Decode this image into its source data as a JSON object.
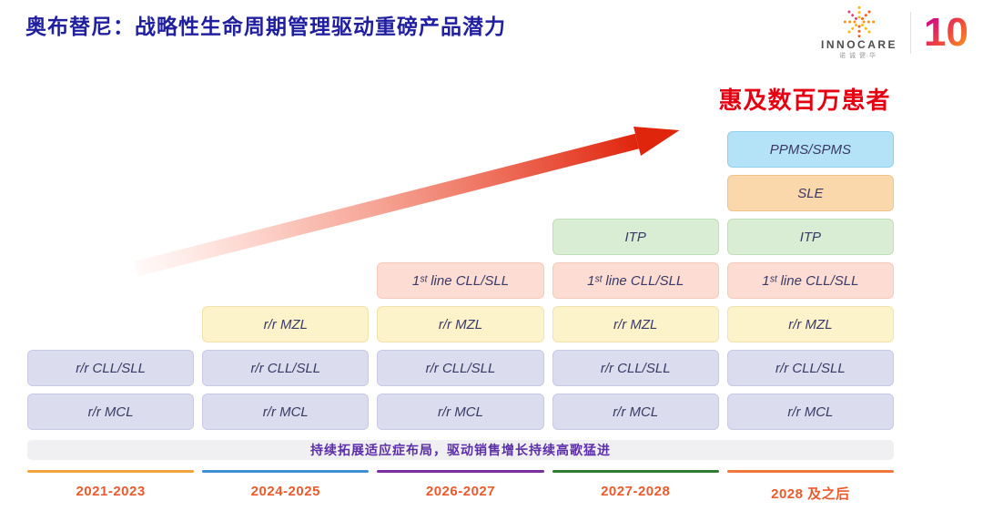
{
  "header": {
    "title": "奥布替尼：战略性生命周期管理驱动重磅产品潜力",
    "title_color": "#201fa0",
    "logo": {
      "name": "INNOCARE",
      "subtext": "诺诚健华",
      "anniversary": "10"
    }
  },
  "highlight": {
    "text": "惠及数百万患者",
    "color": "#e60012"
  },
  "arrow": {
    "color": "#e0250d"
  },
  "timeline": {
    "rows": [
      {
        "label": "PPMS/SPMS",
        "bg": "#b4e2f6",
        "border": "#8fd0ec",
        "cols": [
          5
        ]
      },
      {
        "label": "SLE",
        "bg": "#fbd8ab",
        "border": "#f2c389",
        "cols": [
          5
        ]
      },
      {
        "label": "ITP",
        "bg": "#d9ecd4",
        "border": "#c2ddba",
        "cols": [
          4,
          5
        ]
      },
      {
        "label": "1ˢᵗ line CLL/SLL",
        "bg": "#fcdcd3",
        "border": "#f5c9bc",
        "cols": [
          3,
          4,
          5
        ]
      },
      {
        "label": "r/r MZL",
        "bg": "#fdf3cb",
        "border": "#f0e3ab",
        "cols": [
          2,
          3,
          4,
          5
        ]
      },
      {
        "label": "r/r CLL/SLL",
        "bg": "#dcdcef",
        "border": "#c8c9e4",
        "cols": [
          1,
          2,
          3,
          4,
          5
        ]
      },
      {
        "label": "r/r MCL",
        "bg": "#dcdcef",
        "border": "#c8c9e4",
        "cols": [
          1,
          2,
          3,
          4,
          5
        ]
      }
    ],
    "columns": [
      {
        "year": "2021-2023",
        "underline": "#f2a43c"
      },
      {
        "year": "2024-2025",
        "underline": "#3f8fd2"
      },
      {
        "year": "2026-2027",
        "underline": "#7b2f9e"
      },
      {
        "year": "2027-2028",
        "underline": "#2e7d32"
      },
      {
        "year": "2028 及之后",
        "underline": "#f0783c"
      }
    ],
    "year_color": "#eb5a2d"
  },
  "footer": {
    "banner_text": "持续拓展适应症布局，驱动销售增长持续高歌猛进",
    "banner_text_color": "#5b2fa8"
  }
}
